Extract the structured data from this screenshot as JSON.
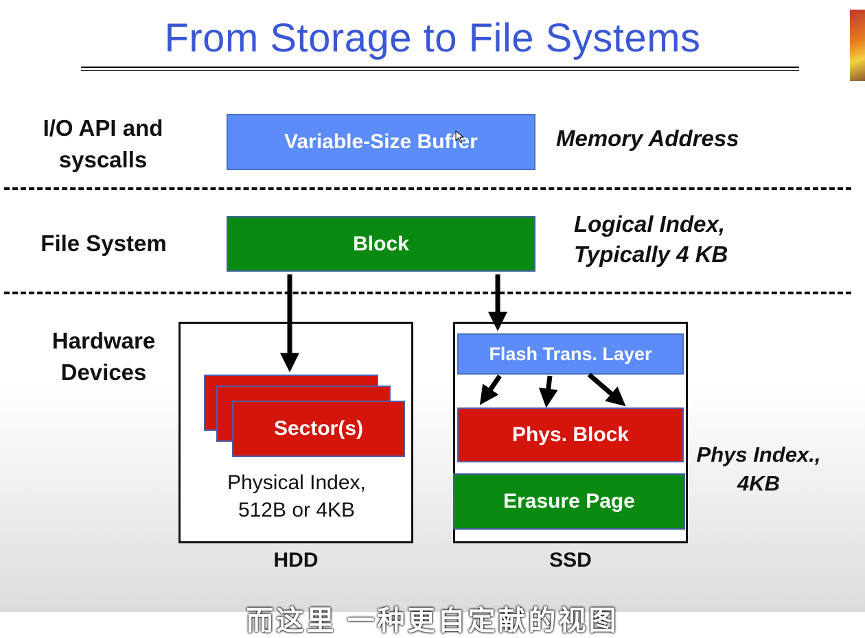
{
  "title": "From Storage to File Systems",
  "layers": {
    "io": {
      "label_line1": "I/O API and",
      "label_line2": "syscalls",
      "box": "Variable-Size Buffer",
      "note": "Memory Address"
    },
    "fs": {
      "label": "File System",
      "box": "Block",
      "note_line1": "Logical Index,",
      "note_line2": "Typically 4 KB"
    },
    "hw": {
      "label_line1": "Hardware",
      "label_line2": "Devices"
    }
  },
  "hdd": {
    "box": "Sector(s)",
    "text_line1": "Physical Index,",
    "text_line2": "512B or 4KB",
    "label": "HDD"
  },
  "ssd": {
    "ftl": "Flash Trans. Layer",
    "phys": "Phys. Block",
    "erasure": "Erasure Page",
    "note_line1": "Phys Index.,",
    "note_line2": "4KB",
    "label": "SSD"
  },
  "subtitle": "而这里 一种更自定献的视图"
}
